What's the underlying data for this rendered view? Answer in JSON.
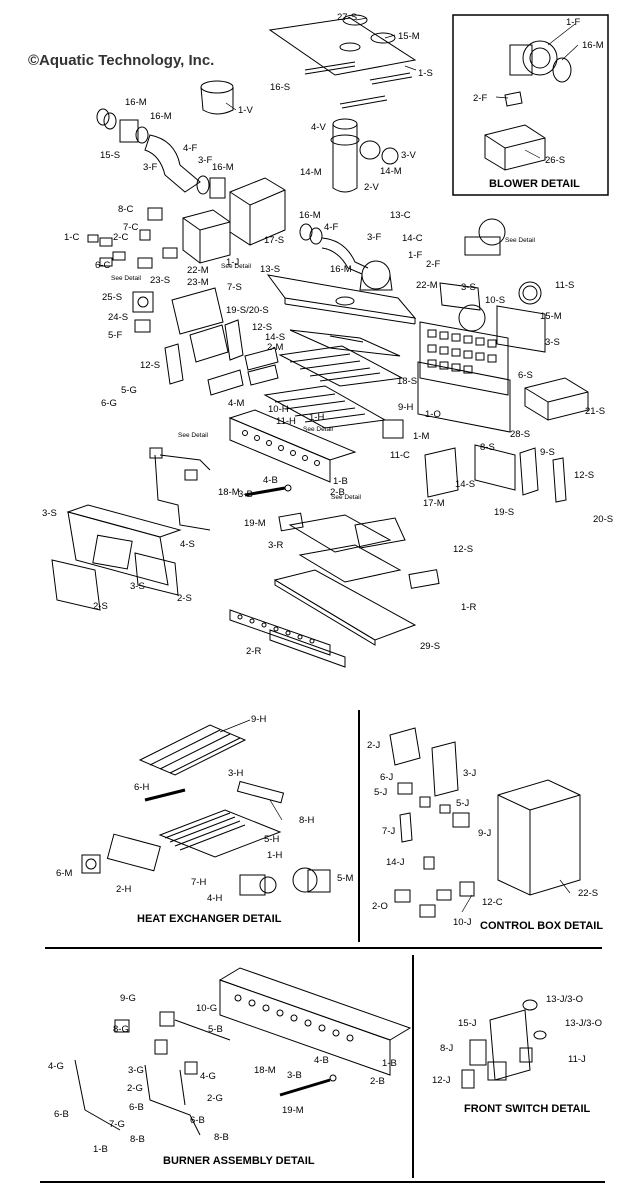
{
  "copyright": "©Aquatic Technology, Inc.",
  "panels": {
    "blower": "BLOWER DETAIL",
    "heat_exchanger": "HEAT EXCHANGER DETAIL",
    "control_box": "CONTROL BOX DETAIL",
    "burner": "BURNER ASSEMBLY DETAIL",
    "front_switch": "FRONT SWITCH DETAIL"
  },
  "see_detail": "See Detail",
  "labels": {
    "main": [
      "27-S",
      "15-M",
      "1-S",
      "16-S",
      "1-V",
      "16-M",
      "16-M",
      "15-S",
      "3-F",
      "4-F",
      "3-F",
      "16-M",
      "4-V",
      "14-M",
      "3-V",
      "14-M",
      "2-V",
      "8-C",
      "7-C",
      "1-C",
      "2-C",
      "6-C",
      "23-S",
      "25-S",
      "24-S",
      "5-F",
      "22-M",
      "23-M",
      "7-S",
      "1-J",
      "17-S",
      "16-M",
      "4-F",
      "3-F",
      "13-C",
      "14-C",
      "16-M",
      "1-F",
      "2-F",
      "13-S",
      "22-M",
      "3-S",
      "10-S",
      "11-S",
      "15-M",
      "3-S",
      "19-S/20-S",
      "12-S",
      "12-S",
      "14-S",
      "2-M",
      "18-S",
      "6-S",
      "5-G",
      "6-G",
      "4-M",
      "10-H",
      "9-H",
      "1-O",
      "21-S",
      "11-H",
      "1-H",
      "28-S",
      "1-M",
      "11-C",
      "8-S",
      "9-S",
      "12-S",
      "4-B",
      "1-B",
      "2-B",
      "18-M",
      "3-B",
      "19-M",
      "14-S",
      "17-M",
      "19-S",
      "20-S",
      "3-S",
      "4-S",
      "3-R",
      "12-S",
      "2-S",
      "3-S",
      "2-S",
      "1-R",
      "2-R",
      "29-S"
    ],
    "blower": [
      "1-F",
      "16-M",
      "2-F",
      "26-S"
    ],
    "heat_exchanger": [
      "9-H",
      "6-H",
      "3-H",
      "8-H",
      "5-H",
      "1-H",
      "6-M",
      "2-H",
      "7-H",
      "4-H",
      "5-M"
    ],
    "control_box": [
      "2-J",
      "3-J",
      "6-J",
      "5-J",
      "5-J",
      "7-J",
      "9-J",
      "14-J",
      "2-O",
      "10-J",
      "12-C",
      "22-S"
    ],
    "burner": [
      "9-G",
      "10-G",
      "8-G",
      "5-B",
      "1-B",
      "3-G",
      "2-G",
      "4-G",
      "2-G",
      "4-G",
      "18-M",
      "4-B",
      "3-B",
      "2-B",
      "6-B",
      "6-B",
      "6-B",
      "7-G",
      "19-M",
      "1-B",
      "8-B",
      "8-B"
    ],
    "front_switch": [
      "13-J/3-O",
      "15-J",
      "13-J/3-O",
      "8-J",
      "11-J",
      "12-J"
    ]
  }
}
